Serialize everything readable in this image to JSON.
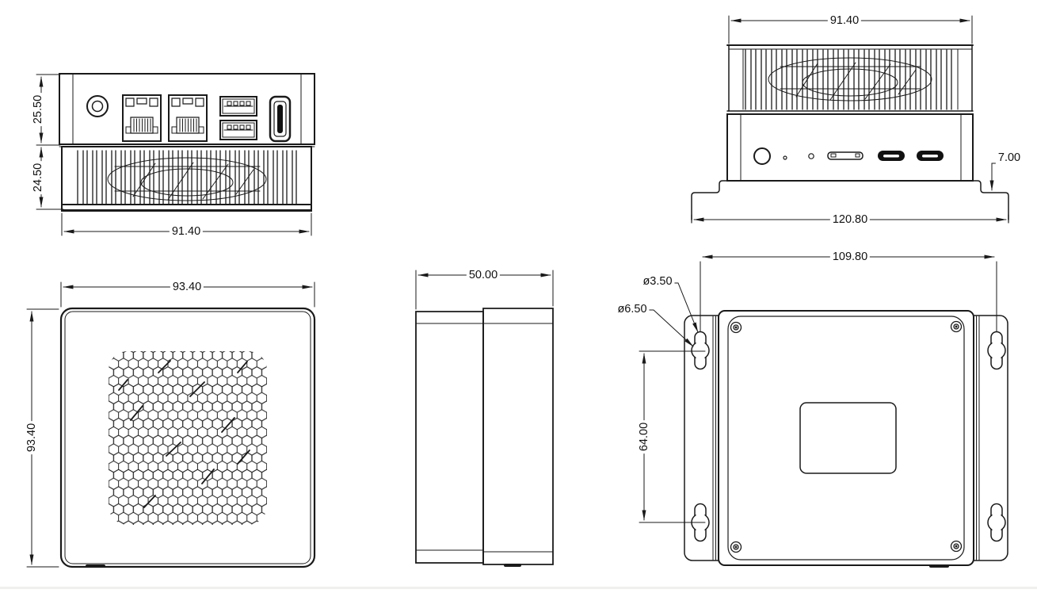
{
  "page": {
    "background": "#ffffff",
    "line_color": "#1a1a1a"
  },
  "views": {
    "rear": {
      "dims": {
        "upper_height": "25.50",
        "lower_height": "24.50",
        "width": "91.40"
      }
    },
    "front": {
      "dims": {
        "top_width": "91.40",
        "foot_height": "7.00",
        "base_width": "120.80"
      }
    },
    "top": {
      "dims": {
        "width": "93.40",
        "depth": "93.40"
      }
    },
    "side": {
      "dims": {
        "width": "50.00"
      }
    },
    "bottom": {
      "dims": {
        "hole_span_h": "109.80",
        "screw_hole_dia": "ø3.50",
        "keyhole_dia": "ø6.50",
        "hole_span_v": "64.00"
      }
    }
  }
}
